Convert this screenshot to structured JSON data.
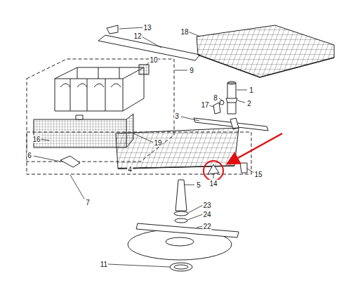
{
  "diagram": {
    "labels": [
      "13",
      "12",
      "18",
      "10",
      "9",
      "1",
      "8",
      "2",
      "17",
      "3",
      "16",
      "19",
      "6",
      "4",
      "15",
      "14",
      "7",
      "5",
      "23",
      "24",
      "22",
      "11"
    ]
  }
}
